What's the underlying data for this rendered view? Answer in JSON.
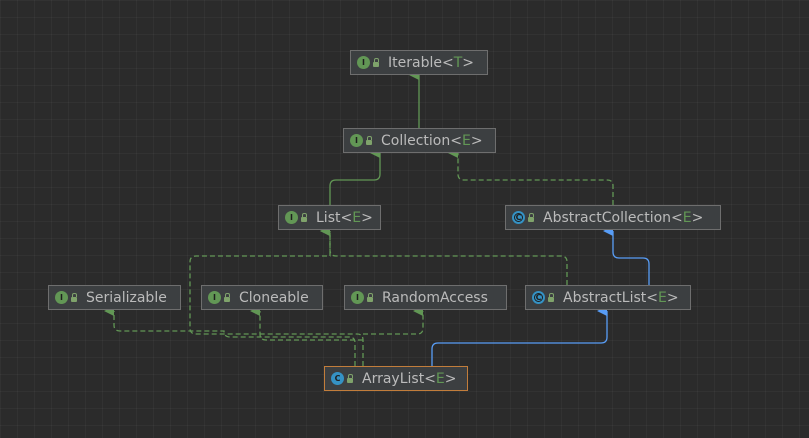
{
  "nodes": [
    {
      "id": "iterable",
      "name": "Iterable",
      "type_param": "T",
      "kind": "interface"
    },
    {
      "id": "collection",
      "name": "Collection",
      "type_param": "E",
      "kind": "interface"
    },
    {
      "id": "list",
      "name": "List",
      "type_param": "E",
      "kind": "interface"
    },
    {
      "id": "abstractcollection",
      "name": "AbstractCollection",
      "type_param": "E",
      "kind": "abstract-class"
    },
    {
      "id": "serializable",
      "name": "Serializable",
      "type_param": "",
      "kind": "interface"
    },
    {
      "id": "cloneable",
      "name": "Cloneable",
      "type_param": "",
      "kind": "interface"
    },
    {
      "id": "randomaccess",
      "name": "RandomAccess",
      "type_param": "",
      "kind": "interface"
    },
    {
      "id": "abstractlist",
      "name": "AbstractList",
      "type_param": "E",
      "kind": "abstract-class"
    },
    {
      "id": "arraylist",
      "name": "ArrayList",
      "type_param": "E",
      "kind": "class"
    }
  ],
  "badges": {
    "interface": "I",
    "class": "C",
    "abstract": "C"
  },
  "colors": {
    "background": "#2b2b2b",
    "node_fill": "#3c3f41",
    "node_border": "#6e6e6e",
    "selected_border": "#c27d3b",
    "interface_edge": "#629755",
    "class_edge": "#589df6",
    "text": "#bbbbbb",
    "type_param": "#629755"
  }
}
